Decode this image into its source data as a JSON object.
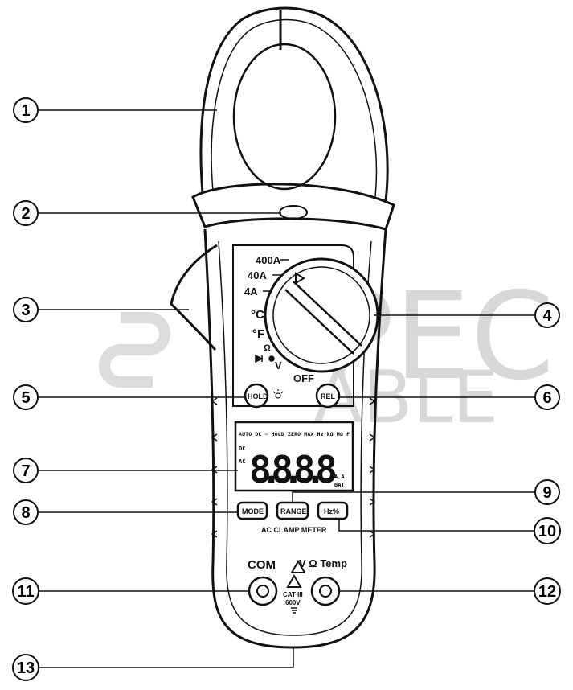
{
  "watermark": {
    "line1": "PEC",
    "line2": "ABLE"
  },
  "callouts": [
    "1",
    "2",
    "3",
    "4",
    "5",
    "6",
    "7",
    "8",
    "9",
    "10",
    "11",
    "12",
    "13"
  ],
  "dial": {
    "ranges": [
      "400A",
      "40A",
      "4A",
      "°C",
      "°F",
      "Ω",
      "V",
      "OFF"
    ]
  },
  "buttons": {
    "hold": "HOLD",
    "rel": "REL",
    "mode": "MODE",
    "range": "RANGE",
    "hz": "Hz%"
  },
  "display": {
    "top_annunciators": "AUTO DC ~ HOLD ZERO MAX Hz kΩ MΩ F",
    "digits": "8.8.8.8",
    "left_dc": "DC",
    "left_ac": "AC",
    "right_a": "A A",
    "right_bat": "BAT"
  },
  "meter_label": "AC CLAMP METER",
  "jacks": {
    "com": "COM",
    "input": "V Ω Temp",
    "cat": "CAT III",
    "voltage": "600V"
  }
}
